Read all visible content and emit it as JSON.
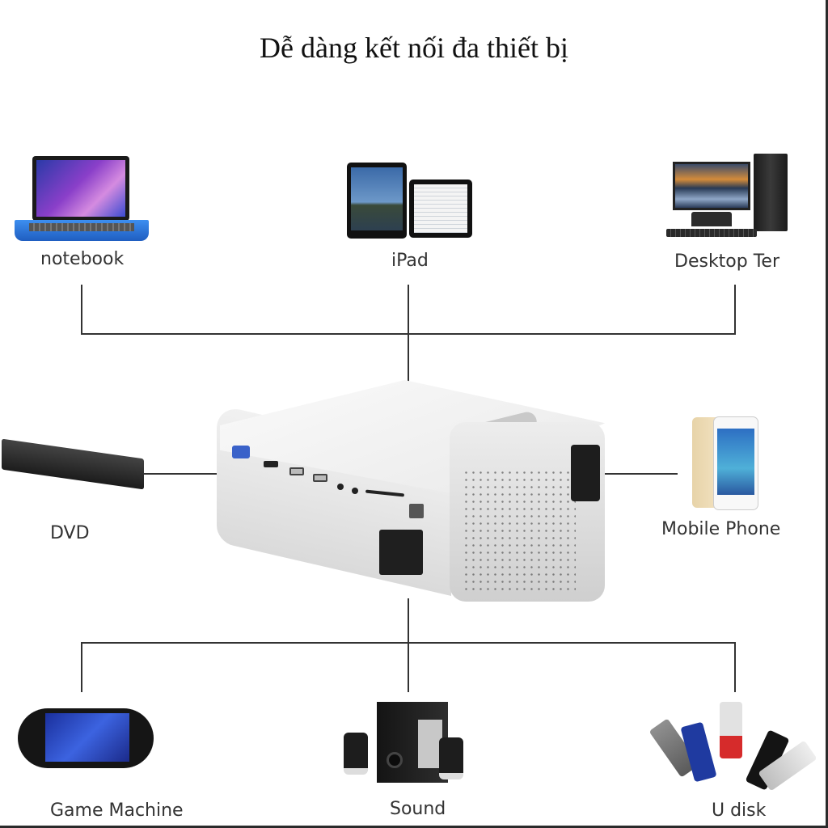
{
  "title": "Dễ dàng kết nối đa thiết bị",
  "center_device": {
    "name": "projector",
    "ports": [
      "VGA",
      "HDMI",
      "USB",
      "USB",
      "AV",
      "Audio",
      "SD card slot",
      "IR sensor",
      "Power socket"
    ]
  },
  "devices": [
    {
      "id": "notebook",
      "label": "notebook",
      "position": "top-left"
    },
    {
      "id": "ipad",
      "label": "iPad",
      "position": "top-center"
    },
    {
      "id": "desktop",
      "label": "Desktop Ter",
      "position": "top-right"
    },
    {
      "id": "dvd",
      "label": "DVD",
      "position": "middle-left"
    },
    {
      "id": "mobile",
      "label": "Mobile Phone",
      "position": "middle-right"
    },
    {
      "id": "game",
      "label": "Game Machine",
      "position": "bottom-left"
    },
    {
      "id": "sound",
      "label": "Sound",
      "position": "bottom-center"
    },
    {
      "id": "udisk",
      "label": "U disk",
      "position": "bottom-right"
    }
  ],
  "colors": {
    "line": "#333333",
    "text": "#333333",
    "background": "#ffffff",
    "border": "#2a2a2a"
  }
}
